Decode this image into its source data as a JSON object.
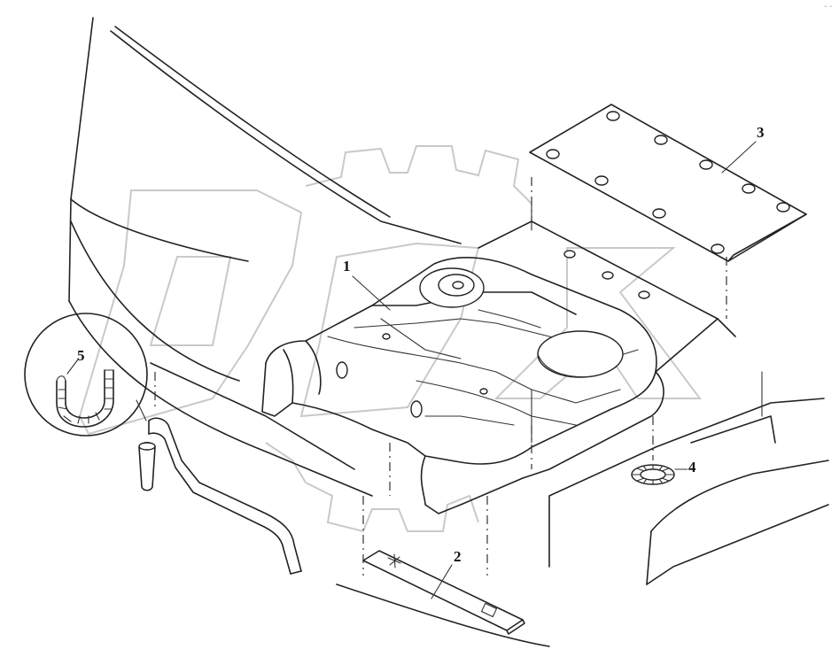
{
  "diagram": {
    "callouts": [
      {
        "id": "1",
        "label": "1"
      },
      {
        "id": "2",
        "label": "2"
      },
      {
        "id": "3",
        "label": "3"
      },
      {
        "id": "4",
        "label": "4"
      },
      {
        "id": "5",
        "label": "5"
      }
    ],
    "watermark": "DEX",
    "corner_mark": "--"
  }
}
